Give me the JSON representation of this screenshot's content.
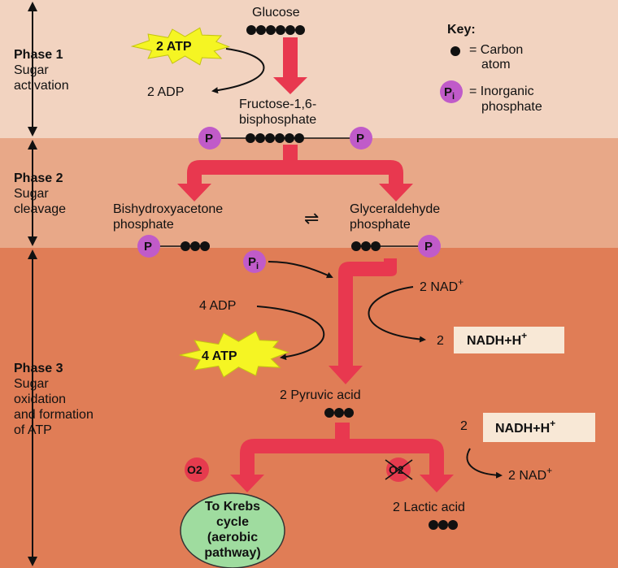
{
  "phases": [
    {
      "title": "Phase 1",
      "lines": [
        "Sugar",
        "activation"
      ],
      "color": "#f2d3c0"
    },
    {
      "title": "Phase 2",
      "lines": [
        "Sugar",
        "cleavage"
      ],
      "color": "#e8a888"
    },
    {
      "title": "Phase 3",
      "lines": [
        "Sugar",
        "oxidation",
        "and formation",
        "of ATP"
      ],
      "color": "#e07d56"
    }
  ],
  "key": {
    "title": "Key:",
    "carbon": [
      "= Carbon",
      "atom"
    ],
    "phosphate_symbol": "P",
    "phosphate_sub": "i",
    "phosphate": [
      "= Inorganic",
      "phosphate"
    ]
  },
  "labels": {
    "glucose": "Glucose",
    "atp_in": "2 ATP",
    "adp_out": "2 ADP",
    "fructose": [
      "Fructose-1,6-",
      "bisphosphate"
    ],
    "p": "P",
    "pi": "P",
    "pi_sub": "i",
    "dhap": [
      "Bishydroxyacetone",
      "phosphate"
    ],
    "equilibrium": "⇌",
    "gap": [
      "Glyceraldehyde",
      "phosphate"
    ],
    "nad_in": "2 NAD",
    "plus": "+",
    "adp_in": "4 ADP",
    "nadh_coef": "2",
    "nadh": "NADH+H",
    "atp_out": "4 ATP",
    "pyruvic": "2 Pyruvic acid",
    "nadh_coef2": "2",
    "nadh2": "NADH+H",
    "o2": "O2",
    "o2_absent": "O2",
    "nad_out": "2 NAD",
    "krebs": [
      "To Krebs",
      "cycle",
      "(aerobic",
      "pathway)"
    ],
    "lactic": "2 Lactic acid"
  },
  "colors": {
    "arrow": "#e8384f",
    "starburst": "#f5f523",
    "phosphate": "#c05bc9",
    "o2": "#e63b4e",
    "krebs": "#9fdc9f",
    "nadh_box": "#f8e8d6",
    "carbon": "#111111"
  }
}
